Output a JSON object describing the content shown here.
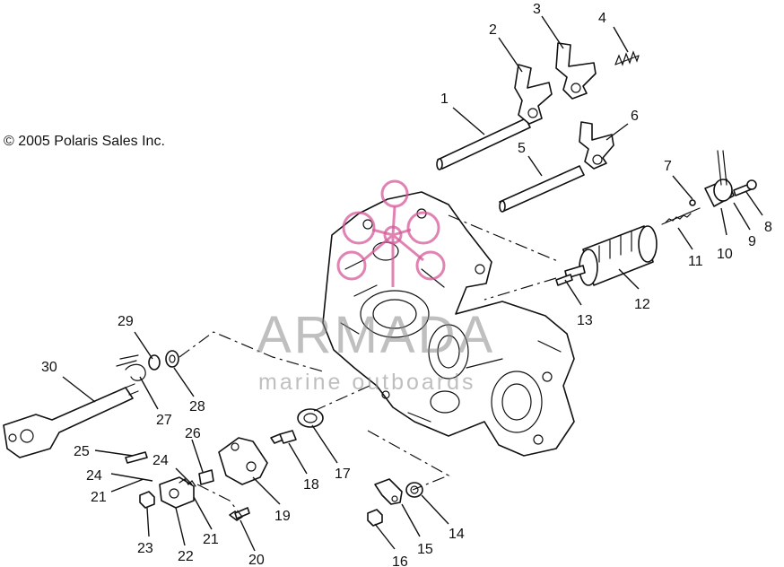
{
  "copyright": "© 2005 Polaris Sales Inc.",
  "watermark": {
    "brand": "ARMADA",
    "tagline": "marine outboards",
    "brand_color": "#d65a9a",
    "text_color": "#8a8a8a"
  },
  "callouts": {
    "c1": "1",
    "c2": "2",
    "c3": "3",
    "c4": "4",
    "c5": "5",
    "c6": "6",
    "c7": "7",
    "c8": "8",
    "c9": "9",
    "c10": "10",
    "c11": "11",
    "c12": "12",
    "c13": "13",
    "c14": "14",
    "c15": "15",
    "c16": "16",
    "c17": "17",
    "c18": "18",
    "c19": "19",
    "c20": "20",
    "c21a": "21",
    "c21b": "21",
    "c22": "22",
    "c23": "23",
    "c24a": "24",
    "c24b": "24",
    "c25": "25",
    "c26": "26",
    "c27": "27",
    "c28": "28",
    "c29": "29",
    "c30": "30"
  }
}
